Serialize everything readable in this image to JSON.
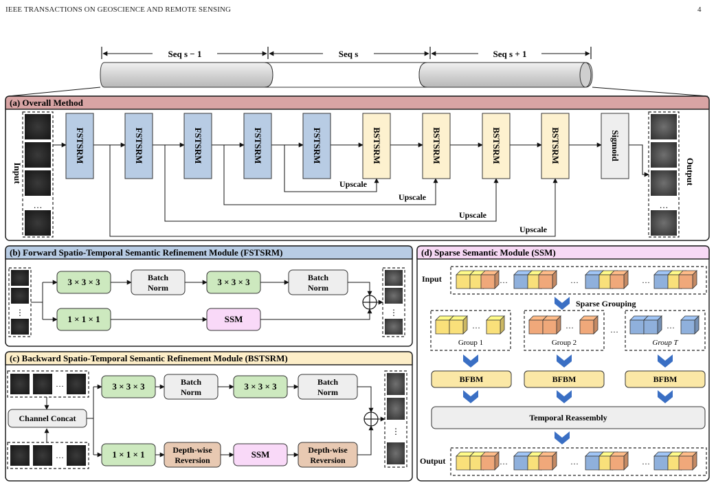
{
  "header": {
    "journal": "IEEE TRANSACTIONS ON GEOSCIENCE AND REMOTE SENSING",
    "page_number": "4"
  },
  "sequence": {
    "prev": "Seq s − 1",
    "curr": "Seq s",
    "next": "Seq s + 1"
  },
  "panel_a": {
    "title": "(a) Overall Method",
    "input_label": "Input",
    "output_label": "Output",
    "ellipsis": "…",
    "forward_block": "FSTSRM",
    "backward_block": "BSTSRM",
    "sigmoid": "Sigmoid",
    "upscale": "Upscale"
  },
  "panel_b": {
    "title": "(b) Forward Spatio-Temporal Semantic Refinement Module (FSTSRM)",
    "conv3": "3 × 3 × 3",
    "conv1": "1 × 1 × 1",
    "bn_line1": "Batch",
    "bn_line2": "Norm",
    "ssm": "SSM",
    "ellipsis": "⋮"
  },
  "panel_c": {
    "title": "(c) Backward Spatio-Temporal Semantic Refinement Module (BSTSRM)",
    "concat": "Channel Concat",
    "conv3": "3 × 3 × 3",
    "conv1": "1 × 1 × 1",
    "bn_line1": "Batch",
    "bn_line2": "Norm",
    "dw_line1": "Depth-wise",
    "dw_line2": "Reversion",
    "ssm": "SSM",
    "ellipsis": "…",
    "vellipsis": "⋮"
  },
  "panel_d": {
    "title": "(d) Sparse Semantic Module (SSM)",
    "input_label": "Input",
    "output_label": "Output",
    "sparse_grouping": "Sparse Grouping",
    "group1": "Group 1",
    "group2": "Group 2",
    "groupT": "Group T",
    "bfbm": "BFBM",
    "reassembly": "Temporal Reassembly",
    "ellipsis": "…"
  },
  "colors": {
    "panel_a_header": "#d8a4a4",
    "panel_b_header": "#b8cce4",
    "panel_c_header": "#fdeec8",
    "panel_d_header": "#f7d9f5",
    "fstsrm_fill": "#b8cce4",
    "bstsrm_fill": "#fdf1cf",
    "sigmoid_fill": "#eeeeee",
    "conv_fill": "#cde9bf",
    "bn_fill": "#eeeeee",
    "ssm_fill": "#f9d9f8",
    "dw_fill": "#e8c9b2",
    "bfbm_fill": "#fbe8a6",
    "reassembly_fill": "#eeeeee",
    "cube_yellow": "#f9e07a",
    "cube_orange": "#f0a87a",
    "cube_blue": "#8fb0dc",
    "arrow_blue": "#3a6fc4",
    "tile_dark": "#1c1c1c"
  }
}
